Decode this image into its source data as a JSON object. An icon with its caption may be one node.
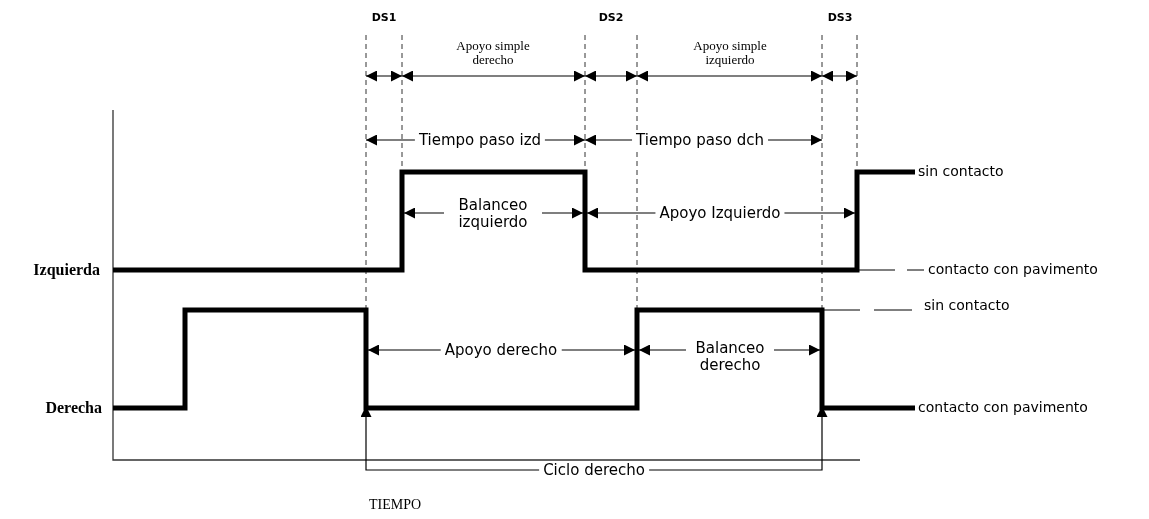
{
  "diagram": {
    "labels": [
      "DS1",
      "DS2",
      "DS3",
      "Apoyo simple derecho",
      "Apoyo simple izquierdo",
      "Tiempo paso izd",
      "Tiempo paso dch",
      "sin contacto",
      "Balanceo izquierdo",
      "Apoyo Izquierdo",
      "Izquierda",
      "contacto con pavimento",
      "sin contacto",
      "Apoyo derecho",
      "Balanceo derecho",
      "Derecha",
      "contacto con pavimento",
      "Ciclo derecho",
      "TIEMPO"
    ]
  }
}
